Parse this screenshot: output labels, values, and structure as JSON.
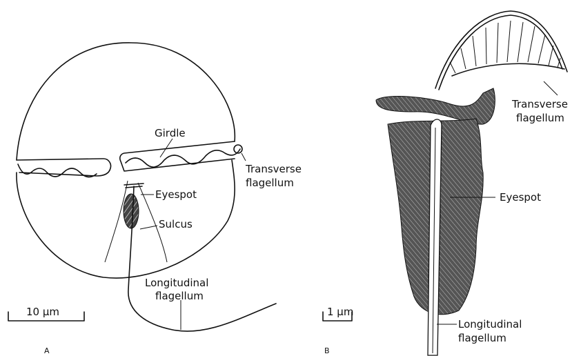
{
  "panel_a": {
    "letter": "A",
    "labels": {
      "girdle": "Girdle",
      "transverse_1": "Transverse",
      "transverse_2": "flagellum",
      "eyespot": "Eyespot",
      "sulcus": "Sulcus",
      "longitudinal_1": "Longitudinal",
      "longitudinal_2": "flagellum"
    },
    "scale_bar": "10 μm"
  },
  "panel_b": {
    "letter": "B",
    "labels": {
      "transverse_1": "Transverse",
      "transverse_2": "flagellum",
      "eyespot": "Eyespot",
      "longitudinal_1": "Longitudinal",
      "longitudinal_2": "flagellum"
    },
    "scale_bar": "1 μm"
  },
  "colors": {
    "ink": "#111111",
    "paper": "#ffffff"
  }
}
